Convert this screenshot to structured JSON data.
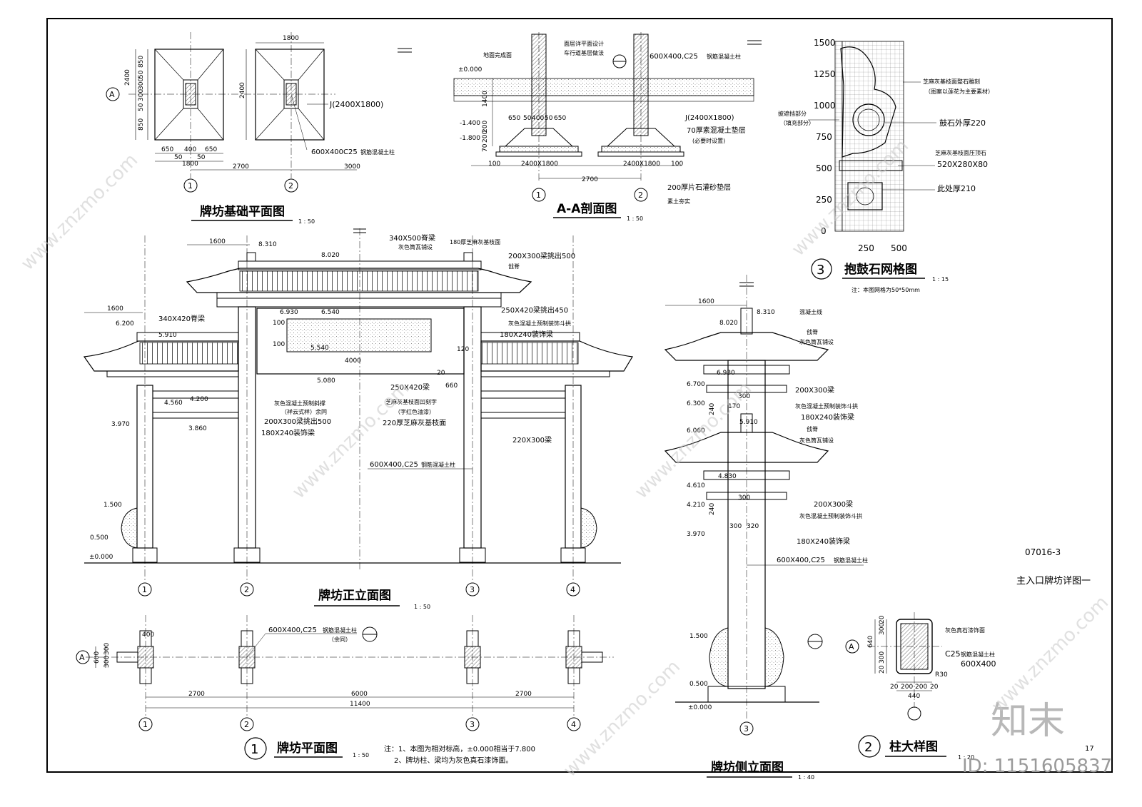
{
  "views": {
    "foundation_plan": {
      "title": "牌坊基础平面图",
      "scale": "1 : 50",
      "dims": [
        "2400",
        "850",
        "50",
        "300",
        "300",
        "50",
        "850",
        "650",
        "400",
        "650",
        "50",
        "50",
        "1800",
        "1800",
        "2700",
        "3000",
        "2400"
      ],
      "label_j": "J(2400X1800)",
      "label_col": "600X400C25",
      "label_col_sub": "钢筋混凝土柱",
      "axis_a": "A",
      "axis_1": "1",
      "axis_2": "2"
    },
    "section_aa": {
      "title": "A-A剖面图",
      "scale": "1 : 50",
      "labels": [
        "地面完成面",
        "面层详平面设计",
        "车行道基层做法",
        "600X400,C25",
        "钢筋混凝土柱",
        "J(2400X1800)",
        "70厚素混凝土垫层",
        "(必要时设置)",
        "200厚片石灌砂垫层",
        "素土夯实"
      ],
      "levels": [
        "±0.000",
        "-1.400",
        "-1.800"
      ],
      "dims": [
        "650",
        "50",
        "400",
        "50",
        "650",
        "2400X1800",
        "100",
        "100",
        "2700",
        "1400",
        "200",
        "200",
        "70"
      ],
      "axis_1": "1",
      "axis_2": "2"
    },
    "drum_stone": {
      "title": "抱鼓石网格图",
      "scale": "1 : 15",
      "note": "注：本图网格为50*50mm",
      "y_ticks": [
        "1500",
        "1250",
        "1000",
        "750",
        "500",
        "250",
        "0"
      ],
      "x_ticks": [
        "250",
        "500"
      ],
      "labels": [
        "芝麻灰基枝面整石雕刻",
        "（图案以莲花为主要素材）",
        "鼓石外厚220",
        "芝麻灰基枝面压顶石",
        "520X280X80",
        "此处厚210",
        "披遮挡部分",
        "（填充部分）"
      ],
      "num": "3"
    },
    "front_elevation": {
      "title": "牌坊正立面图",
      "scale": "1 : 50",
      "levels": [
        "8.310",
        "8.020",
        "6.930",
        "6.540",
        "6.200",
        "5.910",
        "5.540",
        "5.080",
        "4.560",
        "4.200",
        "3.970",
        "3.860",
        "1.500",
        "0.500",
        "±0.000"
      ],
      "labels": [
        "340X500脊梁",
        "灰色筒瓦铺设",
        "180厚芝麻灰基枝面",
        "200X300梁挑出500",
        "戗脊",
        "250X420梁挑出450",
        "灰色混凝土预制装饰斗拱",
        "180X240装饰梁",
        "340X420脊梁",
        "灰色混凝土预制斜撑",
        "（祥云式样）余同",
        "200X300梁挑出500",
        "180X240装饰梁",
        "250X420梁",
        "芝麻灰基枝面凹刻字",
        "（字红色油漆）",
        "220厚芝麻灰基枝面",
        "220X300梁",
        "600X400,C25",
        "钢筋混凝土柱"
      ],
      "dims": [
        "1600",
        "1600",
        "4000",
        "100",
        "100",
        "120",
        "20",
        "660"
      ],
      "axes": [
        "1",
        "2",
        "3",
        "4"
      ]
    },
    "plan": {
      "title": "牌坊平面图",
      "scale": "1 : 50",
      "labels": [
        "600X400,C25",
        "钢筋混凝土柱",
        "（余同）"
      ],
      "dims": [
        "2700",
        "6000",
        "2700",
        "11400",
        "600",
        "300",
        "300",
        "400"
      ],
      "axes": [
        "1",
        "2",
        "3",
        "4"
      ],
      "axis_a": "A",
      "num": "1",
      "notes": [
        "注：1、本图为相对标高，±0.000相当于7.800",
        "2、牌坊柱、梁均为灰色真石漆饰面。"
      ]
    },
    "side_elevation": {
      "title": "牌坊侧立面图",
      "scale": "1 : 40",
      "levels": [
        "8.310",
        "8.020",
        "6.930",
        "6.700",
        "6.300",
        "6.060",
        "5.910",
        "4.830",
        "4.610",
        "4.210",
        "3.970",
        "1.500",
        "0.500",
        "±0.000"
      ],
      "labels": [
        "混凝土线",
        "戗脊",
        "灰色筒瓦铺设",
        "200X300梁",
        "灰色混凝土预制装饰斗拱",
        "180X240装饰梁",
        "戗脊",
        "灰色筒瓦铺设",
        "200X300梁",
        "灰色混凝土预制装饰斗拱",
        "180X240装饰梁",
        "600X400,C25",
        "钢筋混凝土柱"
      ],
      "dims": [
        "1600",
        "300",
        "170",
        "240",
        "300",
        "240",
        "300",
        "320"
      ],
      "axis": "3"
    },
    "column_detail": {
      "title": "柱大样图",
      "scale": "1 : 20",
      "labels": [
        "灰色真石漆饰面",
        "C25",
        "钢筋混凝土柱",
        "600X400",
        "R30"
      ],
      "dims": [
        "640",
        "300",
        "300",
        "20",
        "20",
        "200",
        "200",
        "20",
        "20",
        "440"
      ],
      "axis_a": "A",
      "num": "2"
    }
  },
  "sheet": {
    "code": "07016-3",
    "name": "主入口牌坊详图一",
    "page": "17",
    "id": "ID: 1151605837",
    "brand": "知末"
  },
  "watermark": "www.znzmo.com"
}
